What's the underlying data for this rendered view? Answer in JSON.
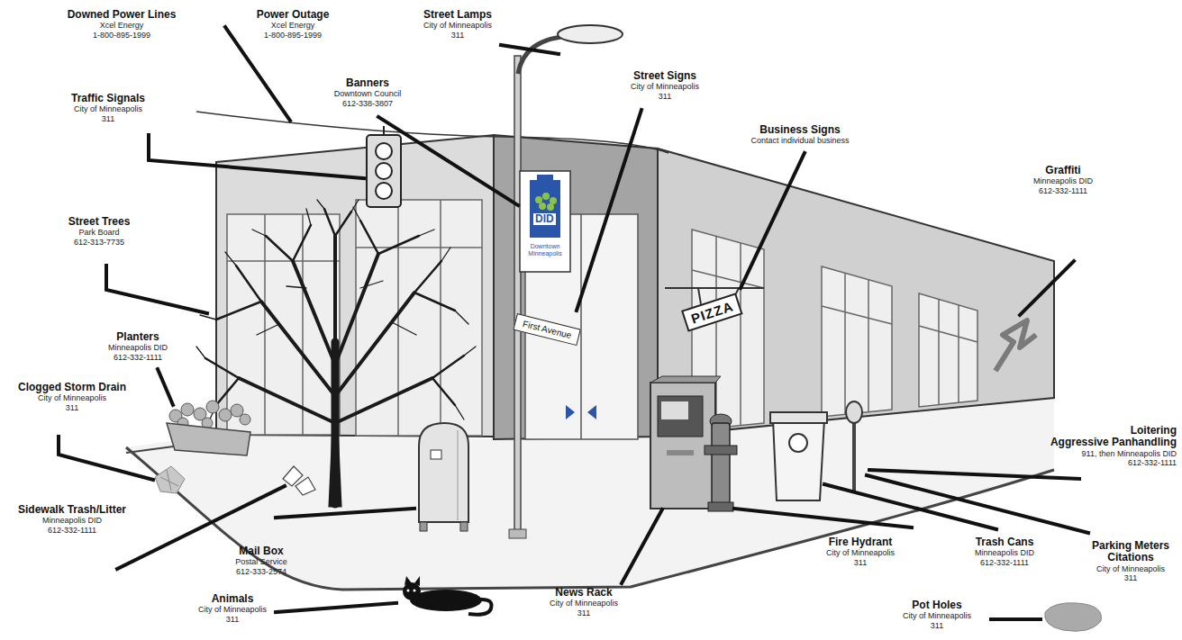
{
  "diagram": {
    "labels": [
      "Downed Power Lines",
      "Xcel Energy",
      "1-800-895-1999",
      "Power Outage",
      "Xcel Energy",
      "1-800-895-1999",
      "Street Lamps",
      "City of Minneapolis",
      "311",
      "Banners",
      "Downtown Council",
      "612-338-3807",
      "Street Signs",
      "City of Minneapolis",
      "311",
      "Traffic Signals",
      "City of Minneapolis",
      "311",
      "Business Signs",
      "Contact individual business",
      "Graffiti",
      "Minneapolis DID",
      "612-332-1111",
      "Street Trees",
      "Park Board",
      "612-313-7735",
      "Planters",
      "Minneapolis DID",
      "612-332-1111",
      "Clogged Storm Drain",
      "City of Minneapolis",
      "311",
      "Loitering",
      "Aggressive Panhandling",
      "911, then Minneapolis DID",
      "612-332-1111",
      "Sidewalk Trash/Litter",
      "Minneapolis DID",
      "612-332-1111",
      "Mail Box",
      "Postal Service",
      "612-333-2574",
      "Fire Hydrant",
      "City of Minneapolis",
      "311",
      "Trash Cans",
      "Minneapolis DID",
      "612-332-1111",
      "Parking Meters",
      "Citations",
      "City of Minneapolis",
      "311",
      "News Rack",
      "City of Minneapolis",
      "311",
      "Animals",
      "City of Minneapolis",
      "311",
      "Pot Holes",
      "City of Minneapolis",
      "311",
      "DID",
      "Downtown Minneapolis",
      "First Avenue",
      "PIZZA"
    ]
  }
}
